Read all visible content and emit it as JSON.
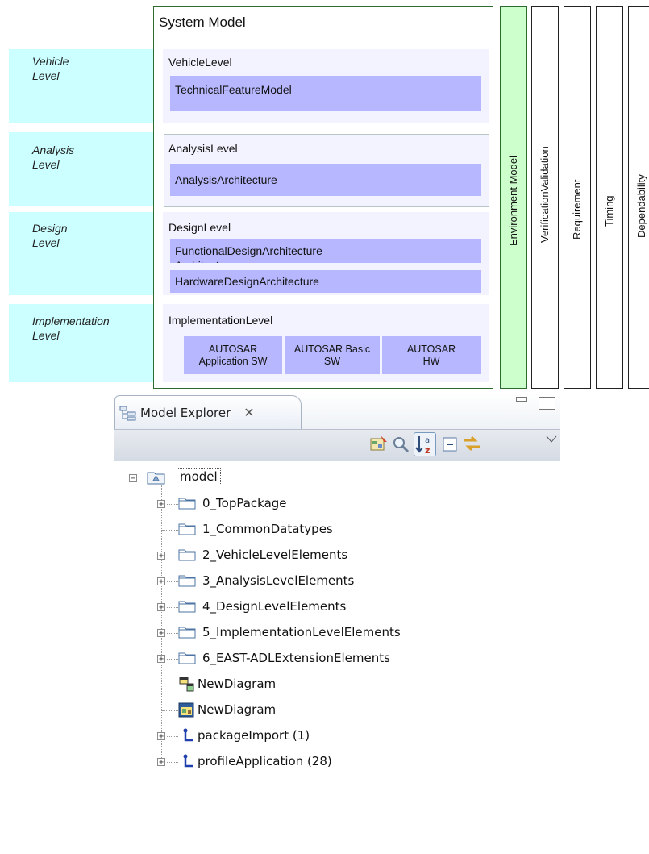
{
  "diagram": {
    "system_model_title": "System Model",
    "levels": [
      {
        "label": "Vehicle\nLevel",
        "title": "VehicleLevel"
      },
      {
        "label": "Analysis\nLevel",
        "title": "AnalysisLevel"
      },
      {
        "label": "Design\nLevel",
        "title": "DesignLevel"
      },
      {
        "label": "Implementation\nLevel",
        "title": "ImplementationLevel"
      }
    ],
    "arch": {
      "technical_feature_model": "TechnicalFeatureModel",
      "analysis_architecture": "AnalysisArchitecture",
      "functional_design_architecture": "FunctionalDesignArchitecture\nArchitecture",
      "hardware_design_architecture": "HardwareDesignArchitecture"
    },
    "autosar": [
      "AUTOSAR\nApplication SW",
      "AUTOSAR Basic\nSW",
      "AUTOSAR\nHW"
    ],
    "vertical_columns": [
      "Environment Model",
      "VerificationValidation",
      "Requirement",
      "Timing",
      "Dependability"
    ],
    "colors": {
      "level_band": "#ccffff",
      "arch_box": "#b7b7ff",
      "environment_model": "#ccffcc",
      "system_model_border": "#2e6b2e"
    }
  },
  "explorer": {
    "tab_title": "Model Explorer",
    "toolbar_icons": [
      "new-diagram-icon",
      "search-icon",
      "sort-alphabetical-icon",
      "collapse-all-icon",
      "link-with-editor-icon",
      "view-menu-icon"
    ],
    "root": "model",
    "items": [
      {
        "label": "0_TopPackage",
        "expandable": true,
        "icon": "folder-icon"
      },
      {
        "label": "1_CommonDatatypes",
        "expandable": false,
        "icon": "folder-icon"
      },
      {
        "label": "2_VehicleLevelElements",
        "expandable": true,
        "icon": "folder-icon"
      },
      {
        "label": "3_AnalysisLevelElements",
        "expandable": true,
        "icon": "folder-icon"
      },
      {
        "label": "4_DesignLevelElements",
        "expandable": true,
        "icon": "folder-icon"
      },
      {
        "label": "5_ImplementationLevelElements",
        "expandable": true,
        "icon": "folder-icon"
      },
      {
        "label": "6_EAST-ADLExtensionElements",
        "expandable": true,
        "icon": "folder-icon"
      },
      {
        "label": "NewDiagram",
        "expandable": false,
        "icon": "class-diagram-icon"
      },
      {
        "label": "NewDiagram",
        "expandable": false,
        "icon": "package-diagram-icon"
      },
      {
        "label": "packageImport (1)",
        "expandable": true,
        "icon": "package-import-icon"
      },
      {
        "label": "profileApplication (28)",
        "expandable": true,
        "icon": "profile-application-icon"
      }
    ]
  }
}
